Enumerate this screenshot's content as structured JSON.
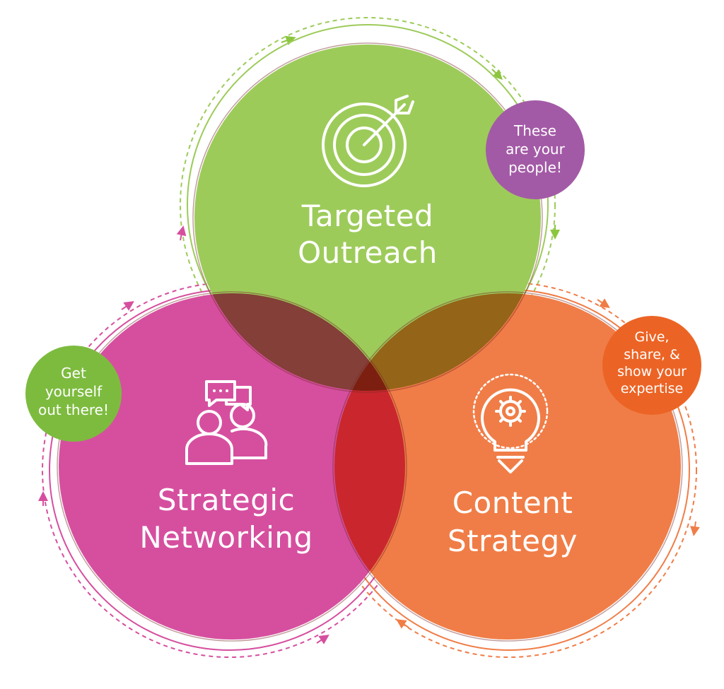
{
  "circles": {
    "top": {
      "line1": "Targeted",
      "line2": "Outreach",
      "color": "#9dcb5a",
      "icon": "target-icon"
    },
    "left": {
      "line1": "Strategic",
      "line2": "Networking",
      "color": "#d64f9f",
      "icon": "people-chat-icon"
    },
    "right": {
      "line1": "Content",
      "line2": "Strategy",
      "color": "#f07d47",
      "icon": "lightbulb-gear-icon"
    }
  },
  "bubbles": {
    "purple": {
      "line1": "These",
      "line2": "are your",
      "line3": "people!",
      "color": "#a35aa6"
    },
    "green": {
      "line1": "Get",
      "line2": "yourself",
      "line3": "out there!",
      "color": "#7dbb3f"
    },
    "orange": {
      "line1": "Give,",
      "line2": "share, &",
      "line3": "show your",
      "line4": "expertise",
      "color": "#ec6425"
    }
  }
}
